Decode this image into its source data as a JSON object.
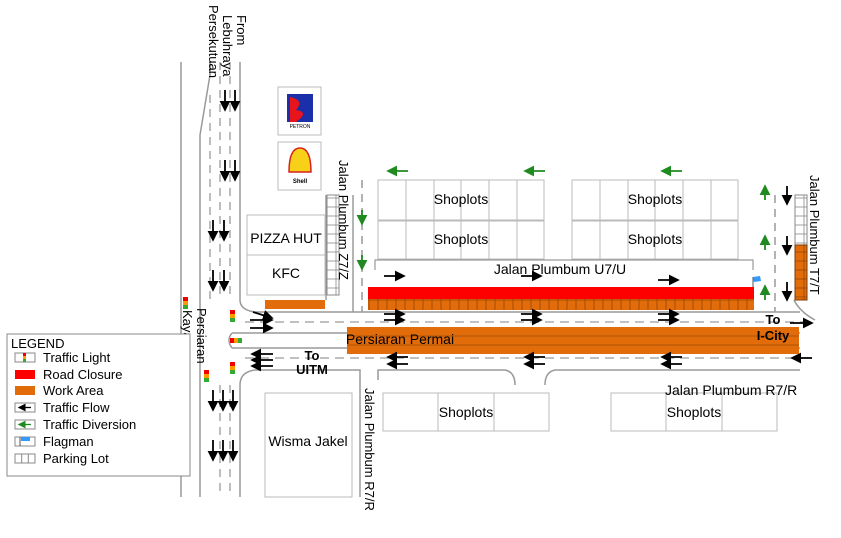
{
  "legend": {
    "title": "LEGEND",
    "items": [
      {
        "key": "traffic-light",
        "label": "Traffic Light"
      },
      {
        "key": "road-closure",
        "label": "Road Closure",
        "color": "#ff0000"
      },
      {
        "key": "work-area",
        "label": "Work Area",
        "color": "#e36c0a"
      },
      {
        "key": "traffic-flow",
        "label": "Traffic Flow",
        "color": "#000000"
      },
      {
        "key": "traffic-diversion",
        "label": "Traffic Diversion",
        "color": "#1f8a1f"
      },
      {
        "key": "flagman",
        "label": "Flagman",
        "color": "#3399ff"
      },
      {
        "key": "parking-lot",
        "label": "Parking Lot"
      }
    ]
  },
  "roads": {
    "from_lebuhraya": [
      "From",
      "Lebuhraya",
      "Persekutuan"
    ],
    "persiaran_kayangan": [
      "Persiaran",
      "Kayangan"
    ],
    "persiaran_permai": "Persiaran Permai",
    "jalan_plumbum_z7z": "Jalan Plumbum Z7/Z",
    "jalan_plumbum_u7u": "Jalan Plumbum U7/U",
    "jalan_plumbum_t7t": "Jalan Plumbum T7/T",
    "jalan_plumbum_r7r_south": "Jalan Plumbum R7/R",
    "jalan_plumbum_r7r_east": "Jalan Plumbum R7/R"
  },
  "destinations": {
    "to_uitm": [
      "To",
      "UITM"
    ],
    "to_icity": [
      "To",
      "I-City"
    ]
  },
  "buildings": {
    "pizza_hut": "PIZZA HUT",
    "kfc": "KFC",
    "wisma_jakel": "Wisma Jakel",
    "shoplots": "Shoplots"
  },
  "logos": {
    "petron": "PETRON",
    "shell": "Shell"
  },
  "colors": {
    "work_area": "#e36c0a",
    "road_closure": "#ff0000",
    "diversion": "#1f8a1f",
    "flagman": "#3399ff",
    "line": "#9a9a9a"
  }
}
